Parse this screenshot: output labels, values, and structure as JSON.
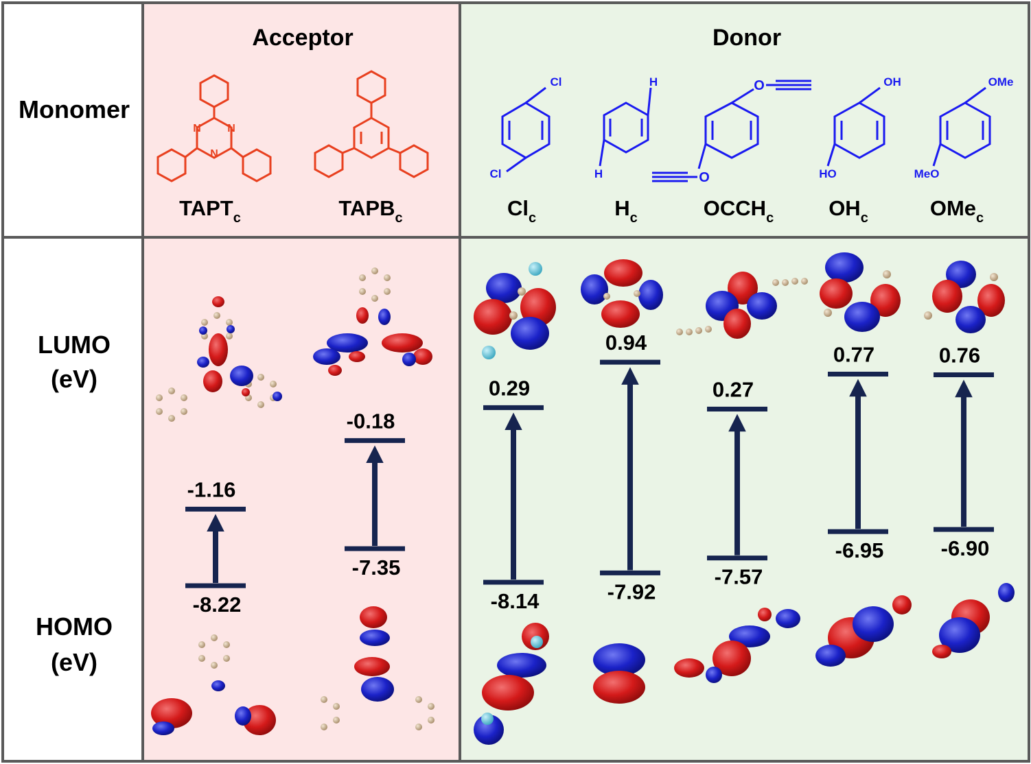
{
  "sections": {
    "acceptor_title": "Acceptor",
    "donor_title": "Donor"
  },
  "row_labels": {
    "monomer": "Monomer",
    "lumo": [
      "LUMO",
      "(eV)"
    ],
    "homo": [
      "HOMO",
      "(eV)"
    ]
  },
  "colors": {
    "acceptor_bg": "#fde6e6",
    "donor_bg": "#eaf4e6",
    "acceptor_structure": "#e8401f",
    "donor_structure": "#1a1af0",
    "level_line": "#16244f",
    "orbital_positive": "#d41a1a",
    "orbital_negative": "#1b22c8",
    "carbon_atom": "#c9b193",
    "chlorine_atom": "#5fc7dd"
  },
  "monomers": [
    {
      "id": "tapt",
      "name": "TAPT",
      "sub": "c",
      "group": "acceptor",
      "lumo": "-1.16",
      "homo": "-8.22"
    },
    {
      "id": "tapb",
      "name": "TAPB",
      "sub": "c",
      "group": "acceptor",
      "lumo": "-0.18",
      "homo": "-7.35"
    },
    {
      "id": "cl",
      "name": "Cl",
      "sub": "c",
      "group": "donor",
      "lumo": "0.29",
      "homo": "-8.14",
      "atoms": [
        "Cl",
        "Cl"
      ]
    },
    {
      "id": "h",
      "name": "H",
      "sub": "c",
      "group": "donor",
      "lumo": "0.94",
      "homo": "-7.92",
      "atoms": [
        "H",
        "H"
      ]
    },
    {
      "id": "occh",
      "name": "OCCH",
      "sub": "c",
      "group": "donor",
      "lumo": "0.27",
      "homo": "-7.57",
      "atoms": [
        "O",
        "O"
      ]
    },
    {
      "id": "oh",
      "name": "OH",
      "sub": "c",
      "group": "donor",
      "lumo": "0.77",
      "homo": "-6.95",
      "atoms": [
        "OH",
        "HO"
      ]
    },
    {
      "id": "ome",
      "name": "OMe",
      "sub": "c",
      "group": "donor",
      "lumo": "0.76",
      "homo": "-6.90",
      "atoms": [
        "OMe",
        "MeO"
      ]
    }
  ],
  "structure_atoms": {
    "tapt_nitrogen": "N"
  }
}
